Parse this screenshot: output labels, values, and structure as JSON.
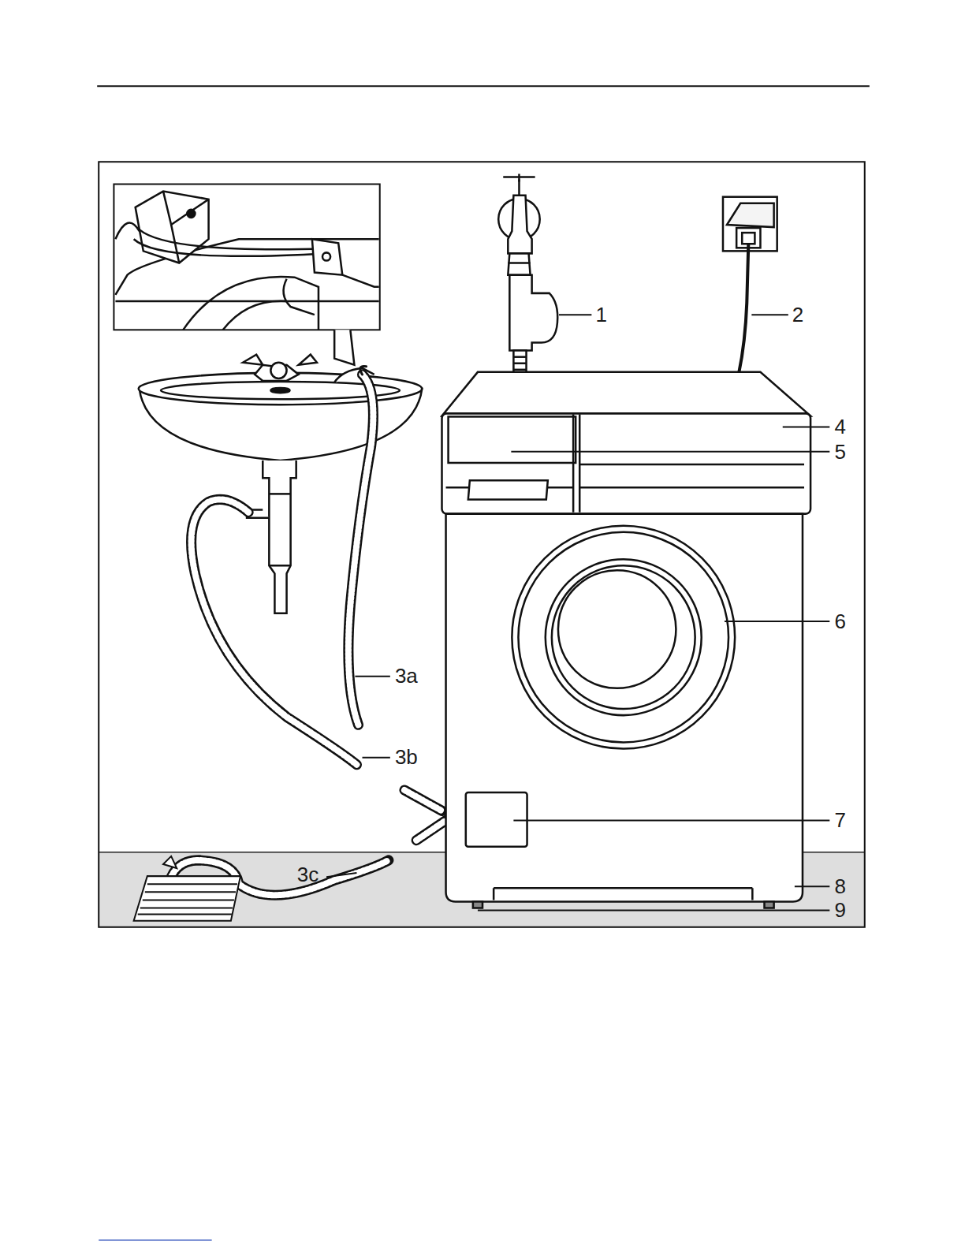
{
  "diagram": {
    "labels": [
      "1",
      "2",
      "4",
      "5",
      "6",
      "3a",
      "3b",
      "7",
      "3c",
      "8",
      "9"
    ]
  }
}
